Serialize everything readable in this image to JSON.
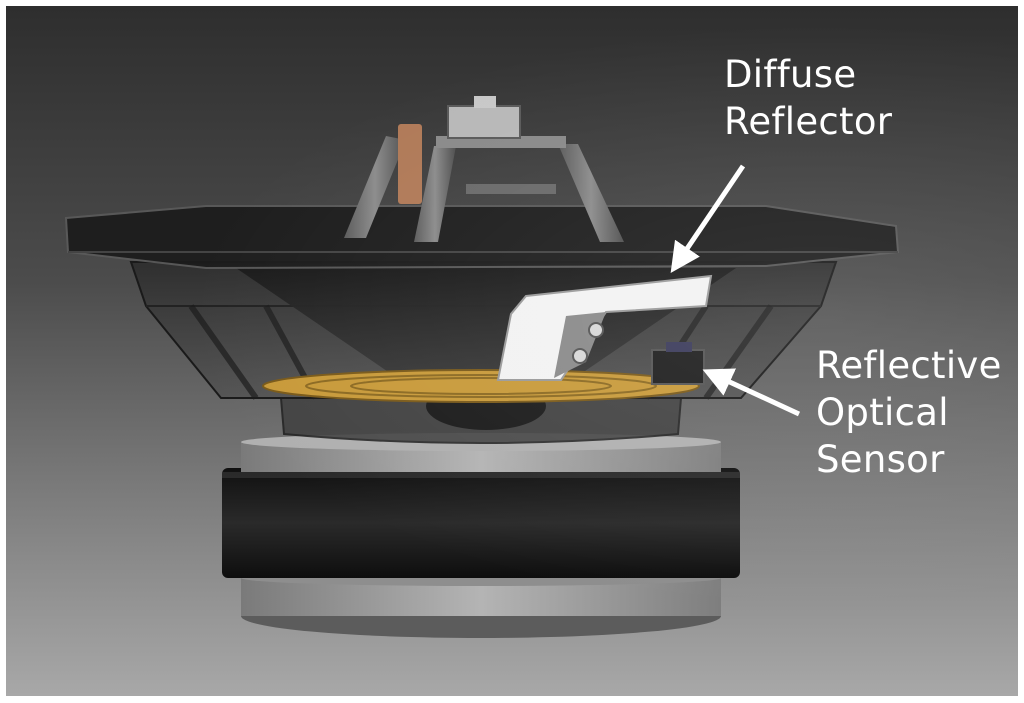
{
  "labels": {
    "diffuse_reflector": {
      "line1": "Diffuse",
      "line2": "Reflector"
    },
    "reflective_optical_sensor": {
      "line1": "Reflective",
      "line2": "Optical",
      "line3": "Sensor"
    }
  },
  "colors": {
    "background_top": "#2e2e2e",
    "background_bottom": "#a8a8a8",
    "label_text": "#ffffff",
    "magnet_ring": "#1c1c1c",
    "plate": "#9a9a9a",
    "spider": "#c89a3a",
    "reflector": "#f2f2f2"
  }
}
